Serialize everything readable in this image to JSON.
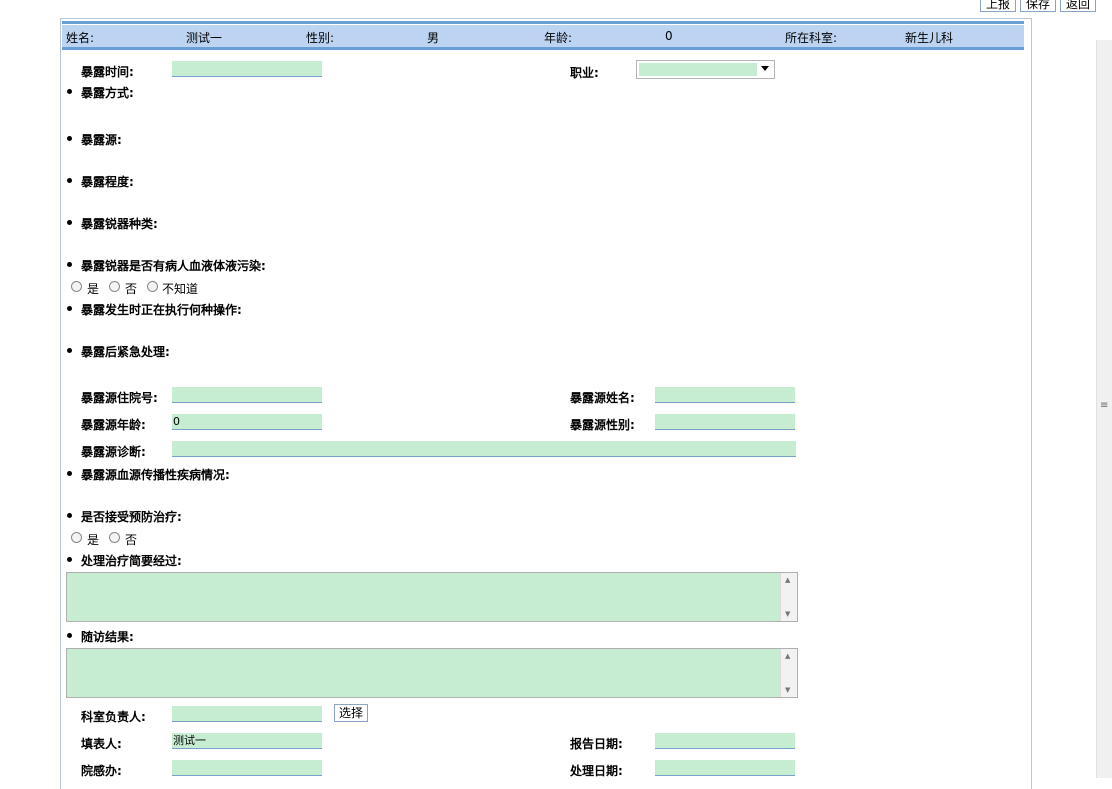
{
  "toolbar": {
    "report": "上报",
    "save": "保存",
    "back": "返回"
  },
  "patient": {
    "name_label": "姓名:",
    "name": "测试一",
    "gender_label": "性别:",
    "gender": "男",
    "age_label": "年龄:",
    "age": "0",
    "dept_label": "所在科室:",
    "dept": "新生儿科"
  },
  "form": {
    "exposure_time_label": "暴露时间:",
    "occupation_label": "职业:",
    "exposure_method_label": "暴露方式:",
    "exposure_source_label": "暴露源:",
    "exposure_degree_label": "暴露程度:",
    "instrument_type_label": "暴露锐器种类:",
    "instrument_contaminated_label": "暴露锐器是否有病人血液体液污染:",
    "contaminated_options": [
      "是",
      "否",
      "不知道"
    ],
    "operation_label": "暴露发生时正在执行何种操作:",
    "emergency_label": "暴露后紧急处理:",
    "source_admission_label": "暴露源住院号:",
    "source_name_label": "暴露源姓名:",
    "source_age_label": "暴露源年龄:",
    "source_age_value": "0",
    "source_gender_label": "暴露源性别:",
    "source_diagnosis_label": "暴露源诊断:",
    "source_infectious_label": "暴露源血源传播性疾病情况:",
    "prophylaxis_label": "是否接受预防治疗:",
    "prophylaxis_options": [
      "是",
      "否"
    ],
    "treatment_summary_label": "处理治疗简要经过:",
    "followup_label": "随访结果:",
    "dept_head_label": "科室负责人:",
    "select_button": "选择",
    "filler_label": "填表人:",
    "filler_value": "测试一",
    "report_date_label": "报告日期:",
    "infection_office_label": "院感办:",
    "handle_date_label": "处理日期:"
  },
  "colors": {
    "field_bg": "#c6ecd1",
    "header_bg": "#bcd4f1",
    "header_line": "#6a9fd6"
  }
}
